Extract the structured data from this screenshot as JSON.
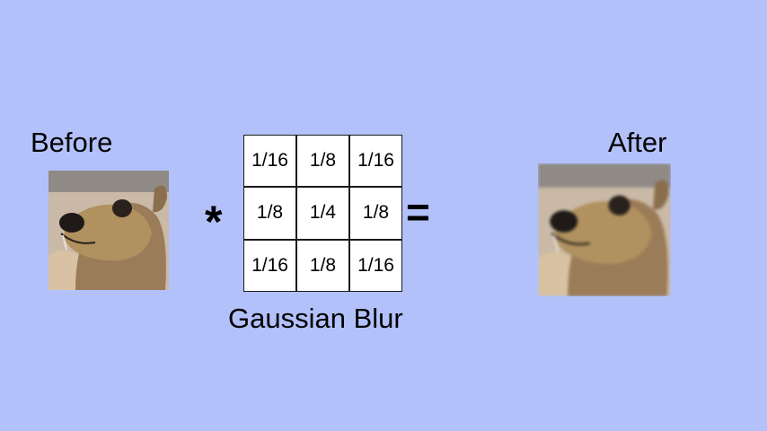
{
  "before": {
    "label": "Before",
    "image": "animal-face-photo"
  },
  "after": {
    "label": "After",
    "image": "animal-face-photo-blurred"
  },
  "operators": {
    "convolve": "*",
    "equals": "="
  },
  "kernel": {
    "cells": [
      "1/16",
      "1/8",
      "1/16",
      "1/8",
      "1/4",
      "1/8",
      "1/16",
      "1/8",
      "1/16"
    ]
  },
  "caption": "Gaussian Blur",
  "colors": {
    "background": "#b3c1fb",
    "kernel_cell": "#ffffff",
    "grid_line": "#1a1a1a"
  }
}
